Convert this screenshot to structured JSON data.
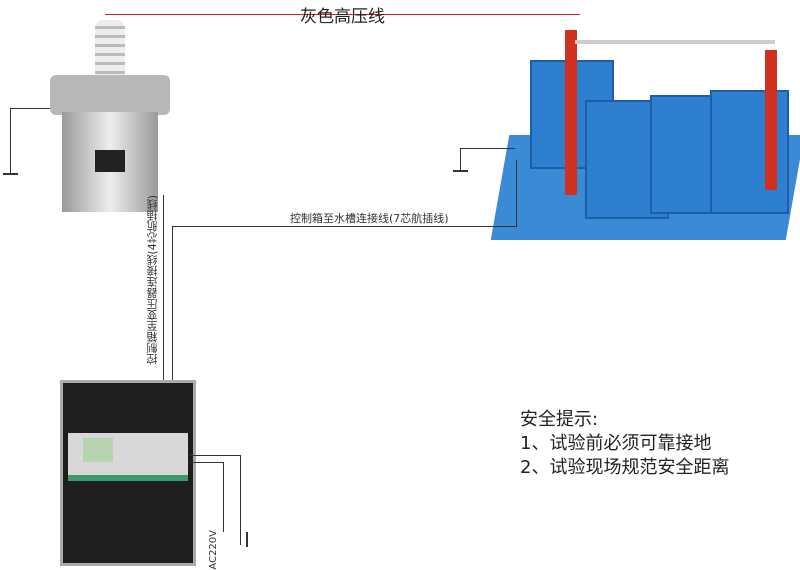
{
  "labels": {
    "hv_line": "灰色高压线",
    "tank_cable": "控制箱至水槽连接线(7芯航插线)",
    "transformer_cable": "控制箱至变压器连接线(4芯航插线)",
    "power": "AC220V"
  },
  "safety": {
    "title": "安全提示:",
    "items": [
      "1、试验前必须可靠接地",
      "2、试验现场规范安全距离"
    ]
  },
  "colors": {
    "hv_line": "#e02020",
    "tank": "#2f7fd0",
    "control_box": "#222222"
  }
}
